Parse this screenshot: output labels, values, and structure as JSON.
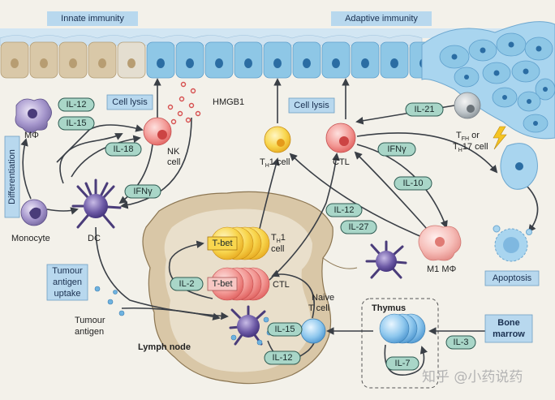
{
  "headers": {
    "innate": "Innate immunity",
    "adaptive": "Adaptive immunity"
  },
  "boxes": {
    "cell_lysis_left": "Cell lysis",
    "cell_lysis_right": "Cell lysis",
    "differentiation": "Differentiation",
    "tumour_uptake": [
      "Tumour",
      "antigen",
      "uptake"
    ],
    "apoptosis": "Apoptosis",
    "bone_marrow": [
      "Bone",
      "marrow"
    ]
  },
  "cytokines": {
    "il12_top": "IL-12",
    "il15_top": "IL-15",
    "il18": "IL-18",
    "ifng_left": "IFNγ",
    "il21": "IL-21",
    "ifng_right": "IFNγ",
    "il10": "IL-10",
    "il12_mid": "IL-12",
    "il27": "IL-27",
    "il2": "IL-2",
    "il15_ln": "IL-15",
    "il12_ln": "IL-12",
    "il3": "IL-3",
    "il7": "IL-7"
  },
  "labels": {
    "hmgb1": "HMGB1",
    "mphi": "MΦ",
    "nk": [
      "NK",
      "cell"
    ],
    "monocyte": "Monocyte",
    "dc": "DC",
    "th1_cell": "T H1 cell",
    "ctl_top": "CTL",
    "tfh": [
      "TFH or",
      "TH17 cell"
    ],
    "m1": "M1 MΦ",
    "tbet_1": "T-bet",
    "tbet_2": "T-bet",
    "th1_ln": [
      "TH1",
      "cell"
    ],
    "ctl_ln": "CTL",
    "naive": [
      "Naive",
      "T cell"
    ],
    "thymus": "Thymus",
    "lymph_node": "Lymph node",
    "tumour_antigen": [
      "Tumour",
      "antigen"
    ]
  },
  "watermark": "知乎 @小药说药",
  "colors": {
    "epithelium_blue": "#8ec7e6",
    "epithelium_beige": "#d9c8a8",
    "cytokine_green": "#a9d6c8",
    "box_blue": "#b8d8ee",
    "nk_pink": "#f08a8a",
    "dc_purple": "#5e4b9a",
    "tcell_yellow": "#f6d24a"
  }
}
